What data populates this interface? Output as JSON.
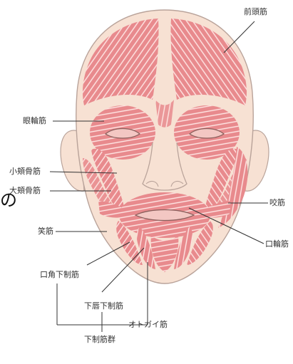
{
  "diagram": {
    "labels": {
      "frontalis": "前頭筋",
      "orbicularis_oculi": "眼輪筋",
      "zygomaticus_minor": "小頬骨筋",
      "zygomaticus_major": "大頬骨筋",
      "masseter": "咬筋",
      "risorius": "笑筋",
      "orbicularis_oris": "口輪筋",
      "depressor_anguli_oris": "口角下制筋",
      "depressor_labii_inferioris": "下唇下制筋",
      "mentalis": "オトガイ筋",
      "depressor_group": "下制筋群"
    },
    "cropped_text": "の"
  },
  "colors": {
    "skin": "#f7e1d3",
    "skin_outline": "#b9a39a",
    "muscle": "#e88a8d",
    "muscle_stripe": "#ffe8e6",
    "leader_line": "#333333",
    "label_text": "#333333"
  }
}
